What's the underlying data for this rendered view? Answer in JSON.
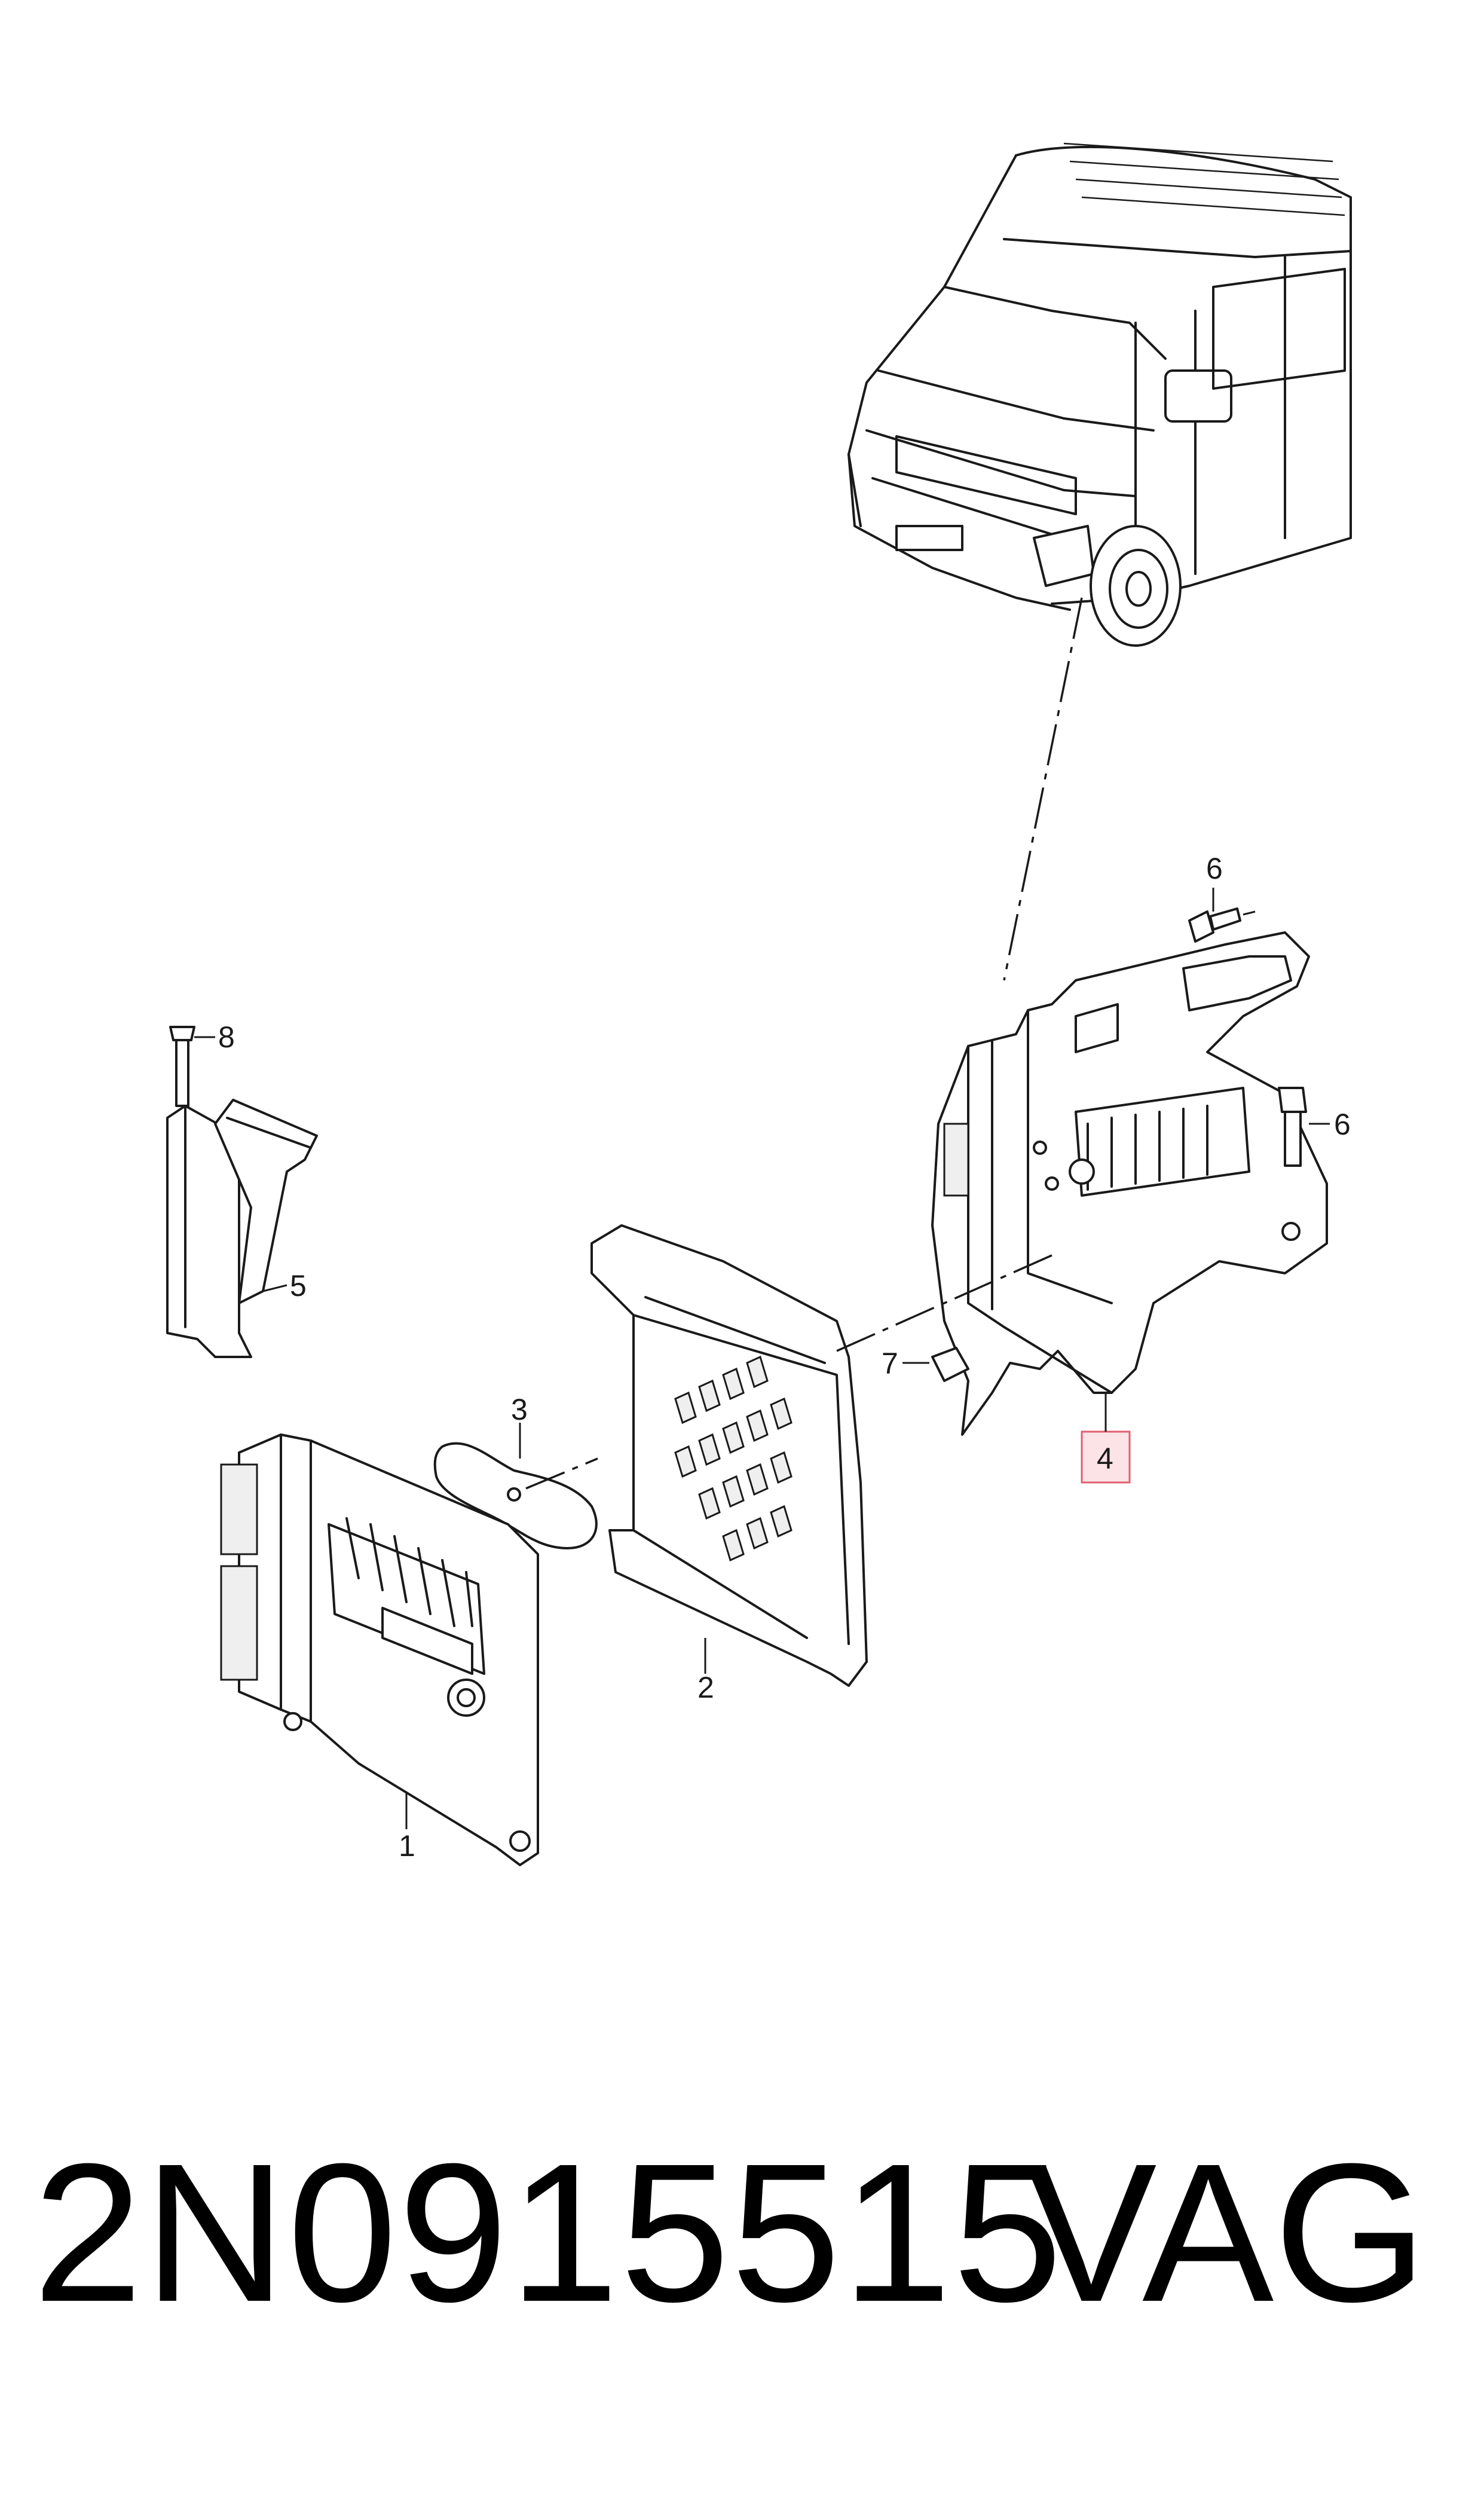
{
  "callouts": {
    "c1": "1",
    "c2": "2",
    "c3": "3",
    "c4": "4",
    "c5": "5",
    "c6a": "6",
    "c6b": "6",
    "c7": "7",
    "c8": "8"
  },
  "highlight_color": "#e06070",
  "footer": {
    "part_number": "2N0915515",
    "brand": "VAG"
  }
}
